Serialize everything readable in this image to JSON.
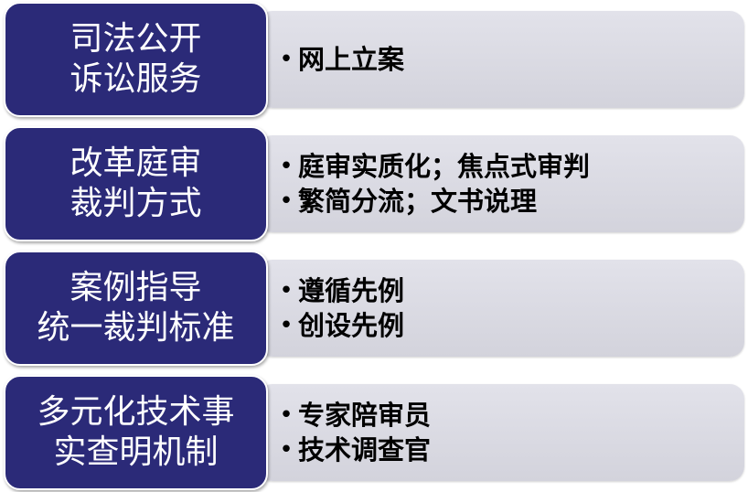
{
  "rows": [
    {
      "category": [
        "司法公开",
        "诉讼服务"
      ],
      "items": [
        "网上立案"
      ]
    },
    {
      "category": [
        "改革庭审",
        "裁判方式"
      ],
      "items": [
        "庭审实质化；焦点式审判",
        "繁简分流；文书说理"
      ]
    },
    {
      "category": [
        "案例指导",
        "统一裁判标准"
      ],
      "items": [
        "遵循先例",
        "创设先例"
      ]
    },
    {
      "category": [
        "多元化技术事",
        "实查明机制"
      ],
      "items": [
        "专家陪审员",
        "技术调查官"
      ]
    }
  ],
  "bullet_symbol": "•",
  "colors": {
    "category_fill": "#2b2a78",
    "detail_fill": "#dcdce4",
    "category_text": "#ffffff",
    "detail_text": "#000000"
  }
}
